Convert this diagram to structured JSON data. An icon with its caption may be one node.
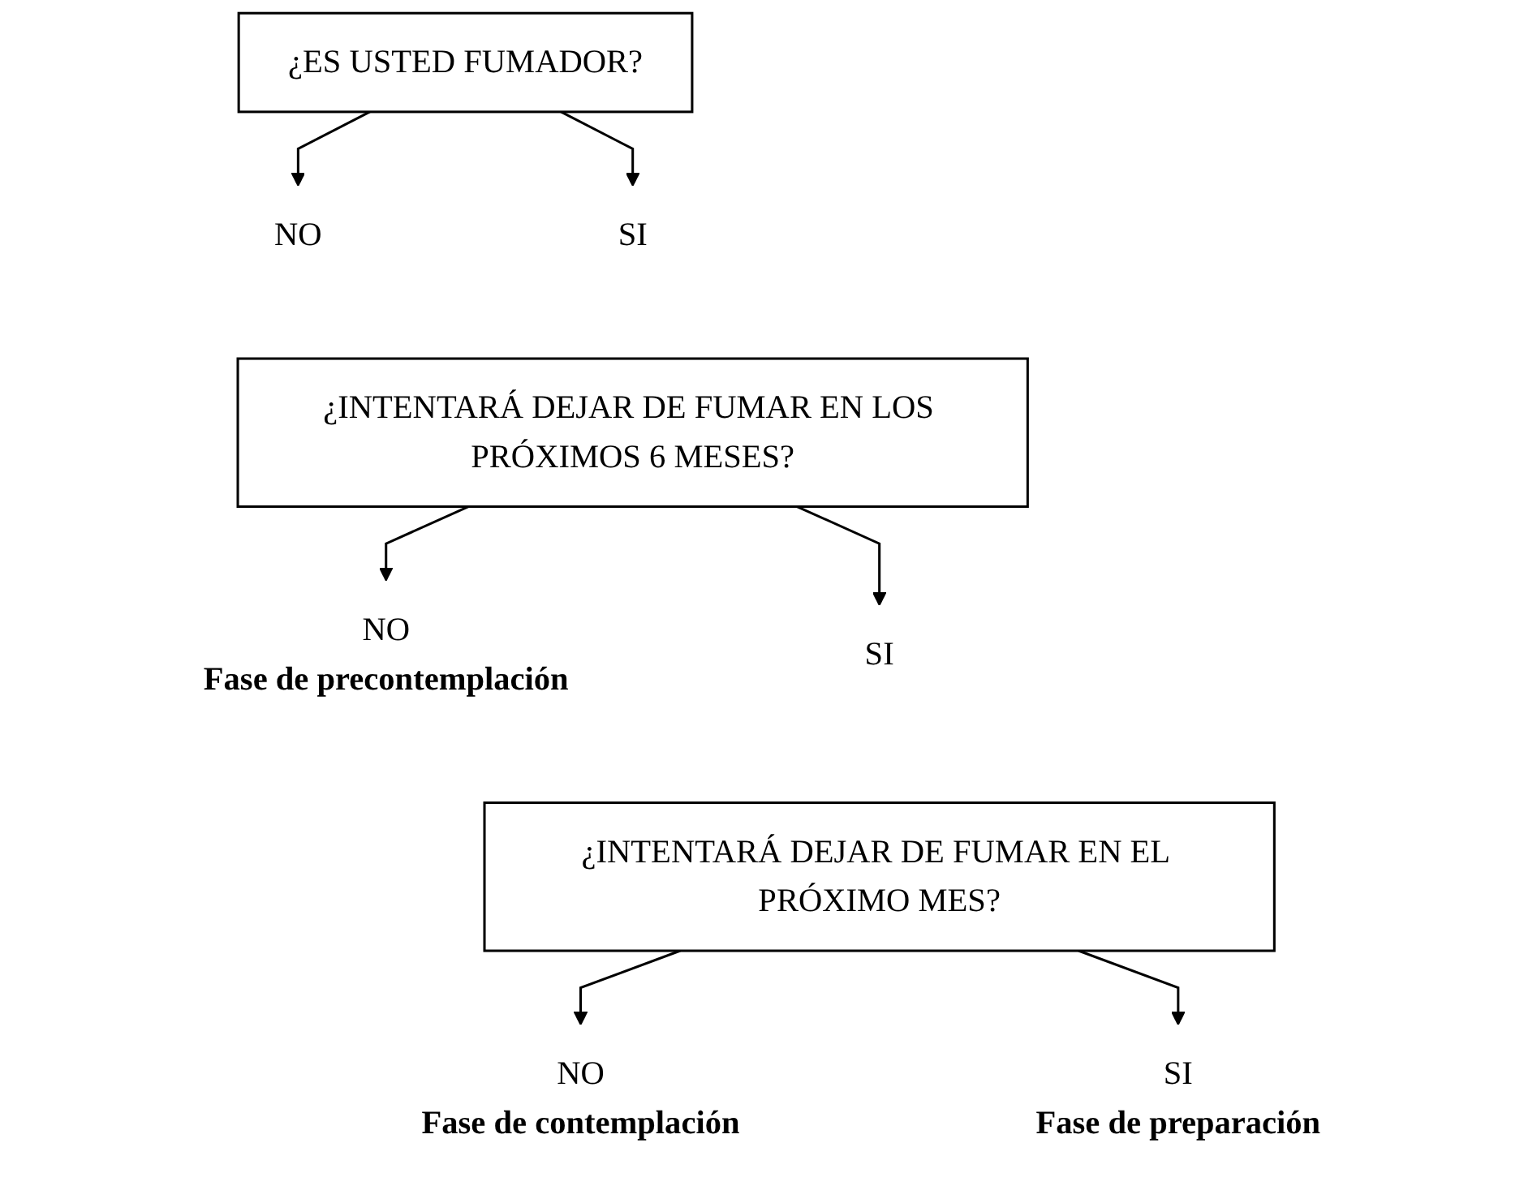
{
  "diagram": {
    "nodes": [
      {
        "text": [
          "¿ES USTED FUMADOR?"
        ]
      },
      {
        "text": [
          "NO"
        ]
      },
      {
        "text": [
          "SI"
        ]
      },
      {
        "text": [
          "¿INTENTARÁ DEJAR DE FUMAR EN LOS PRÓXIMOS 6 MESES?"
        ]
      },
      {
        "text": [
          "NO"
        ],
        "beside": [
          "Fase de precontemplación"
        ]
      },
      {
        "text": [
          "SI"
        ]
      },
      {
        "text": [
          "¿INTENTARÁ DEJAR DE FUMAR EN EL PRÓXIMO MES?"
        ]
      },
      {
        "text": [
          "NO"
        ],
        "beside": [
          "Fase de contemplación"
        ]
      },
      {
        "text": [
          "SI"
        ],
        "beside": [
          "Fase de preparación"
        ]
      }
    ],
    "edges": [
      {
        "from": 0,
        "to": 1,
        "arrow": "to"
      },
      {
        "from": 0,
        "to": 2,
        "arrow": "to"
      },
      {
        "from": 3,
        "to": 4,
        "arrow": "to"
      },
      {
        "from": 3,
        "to": 5,
        "arrow": "to"
      },
      {
        "from": 6,
        "to": 7,
        "arrow": "to"
      },
      {
        "from": 6,
        "to": 8,
        "arrow": "to"
      }
    ]
  }
}
